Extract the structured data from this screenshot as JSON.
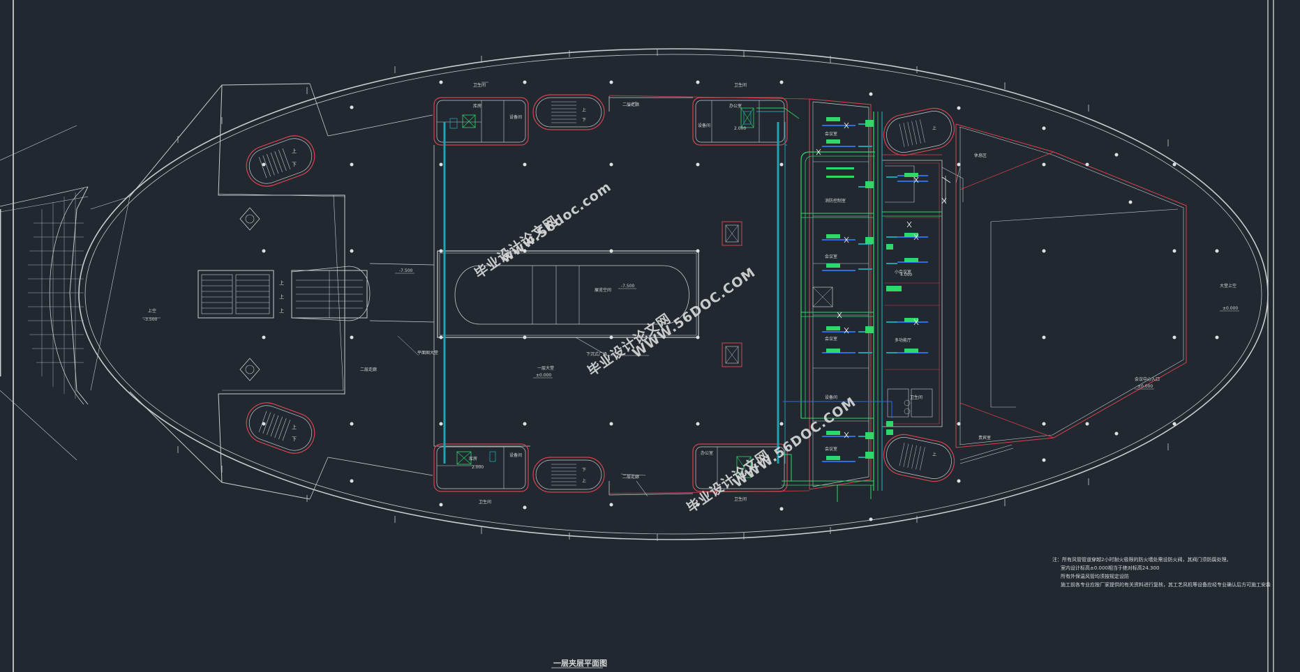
{
  "drawing": {
    "title": "一层夹层平面图",
    "notes": [
      "注：所有风管管道穿越2小时耐火极限的防火墙处需设防火阀，其阀门须防腐处理。",
      "室内设计标高±0.000相当于绝对标高24.300",
      "所有外保温风管均须按规定设防",
      "施工前各专业应按厂家提供的有关资料进行复核，其工艺风机等设备应经专业确认后方可施工安装"
    ]
  },
  "labels": {
    "stair_up": "上",
    "stair_down": "下",
    "elev_left": "-3.500",
    "elev_ramp": "-7.500",
    "elev_center": "±0.000",
    "elev_right": "±0.000",
    "elev_right2": "±0.000",
    "elev_meet": "2.000",
    "elev_mid": "4.000",
    "left_label": "上空",
    "center_label": "一层大堂",
    "ramp_label": "下沉式广场",
    "atrium_label": "展览空间",
    "right_label": "大堂上空",
    "right_label2": "会议中心入口",
    "corridor_top": "二层走廊",
    "corridor_bottom": "二层走廊",
    "lobby_left": "二层走廊",
    "lobby_ramp": "平面图大堂",
    "room_top_left": "卫生间",
    "room_top_mid": "卫生间",
    "room_bot_left": "卫生间",
    "room_bot_mid": "卫生间",
    "room_store": "库房",
    "room_equip": "设备间",
    "room_office": "办公室",
    "room_meeting": "会议室",
    "room_meeting2": "会议室",
    "room_meeting3": "会议室",
    "room_meeting4": "会议室",
    "room_security": "消防控制室",
    "room_small": "小会议室",
    "room_hall": "多功能厅",
    "room_wc": "卫生间",
    "room_lounge": "休息区",
    "room_vip": "贵宾室"
  },
  "watermarks": {
    "brand_cn": "毕业设计论文网",
    "brand_url_lower": "www.56doc.com",
    "brand_url_upper": "WWW.56DOC.COM"
  },
  "colors": {
    "background": "#212830",
    "wall": "#c9ccd0",
    "red_line": "#d9434f",
    "cyan_duct": "#1fa3b3",
    "green_duct": "#2ed86a",
    "blue_pipe": "#2e6ee0",
    "watermark": "#e0503a"
  }
}
